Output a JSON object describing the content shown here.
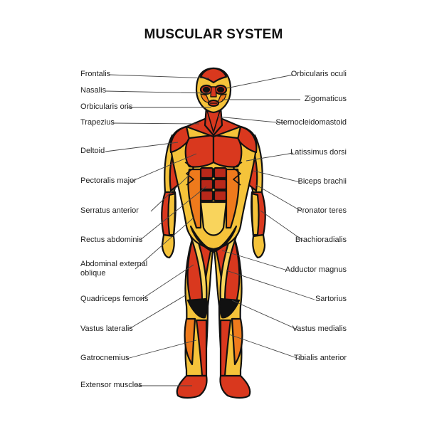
{
  "title": "MUSCULAR SYSTEM",
  "colors": {
    "outline": "#111111",
    "red": "#d9381e",
    "dark_red": "#b8281a",
    "orange": "#ee7a1c",
    "yellow": "#f5c33a",
    "light_yellow": "#f9d45c",
    "leader_line": "#444444"
  },
  "labels_left": [
    "Frontalis",
    "Nasalis",
    "Orbicularis oris",
    "Trapezius",
    "Deltoid",
    "Pectoralis major",
    "Serratus anterior",
    "Rectus abdominis",
    "Abdominal external oblique",
    "Quadriceps femoris",
    "Vastus lateralis",
    "Gatrocnemius",
    "Extensor muscles"
  ],
  "labels_right": [
    "Orbicularis oculi",
    "Zigomaticus",
    "Sternocleidomastoid",
    "Latissimus dorsi",
    "Biceps brachii",
    "Pronator teres",
    "Brachioradialis",
    "Adductor magnus",
    "Sartorius",
    "Vastus medialis",
    "Tibialis anterior"
  ]
}
